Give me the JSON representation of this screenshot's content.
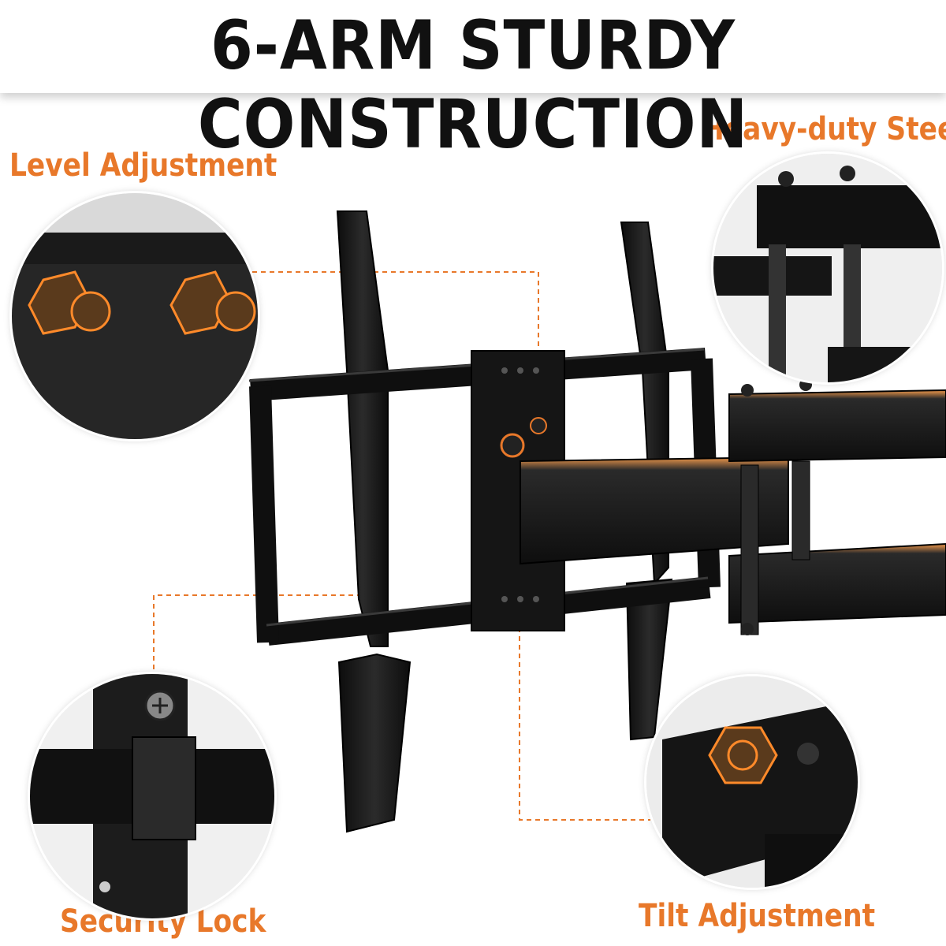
{
  "headline": "6-ARM STURDY CONSTRUCTION",
  "callouts": {
    "level_adjustment": "Level Adjustment",
    "heavy_duty_steel": "Heavy-duty Steel",
    "security_lock": "Security Lock",
    "tilt_adjustment": "Tilt Adjustment"
  },
  "colors": {
    "accent": "#e8782a",
    "steel": "#1a1a1a",
    "text": "#111111"
  },
  "icons": {
    "level_adjustment": "bolt-nut-icon",
    "heavy_duty_steel": "arm-joint-icon",
    "security_lock": "lock-screw-icon",
    "tilt_adjustment": "tilt-knob-icon"
  }
}
